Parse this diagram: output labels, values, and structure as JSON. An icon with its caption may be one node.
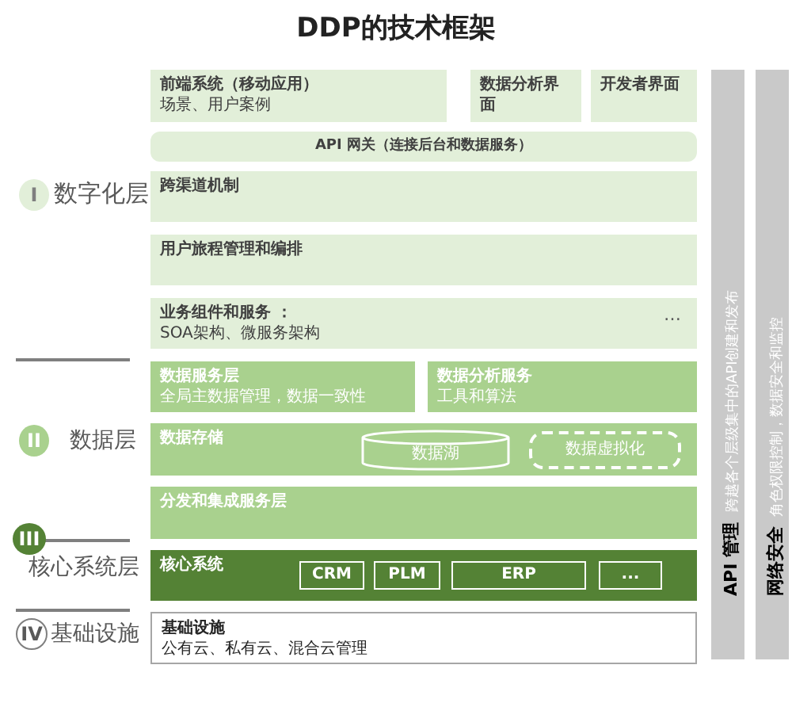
{
  "diagram": {
    "title": "DDP的技术框架",
    "nodes": [
      {
        "text": [
          "I"
        ],
        "beside": [
          "数字化层"
        ]
      },
      {
        "text": [
          "前端系统（移动应用）",
          "场景、用户案例"
        ]
      },
      {
        "text": [
          "数据分析界面"
        ]
      },
      {
        "text": [
          "开发者界面"
        ]
      },
      {
        "text": [
          "API 网关（连接后台和数据服务）"
        ]
      },
      {
        "text": [
          "跨渠道机制"
        ]
      },
      {
        "text": [
          "用户旅程管理和编排"
        ]
      },
      {
        "text": [
          "业务组件和服务 ：",
          "SOA架构、微服务架构",
          "…"
        ]
      },
      {
        "text": [
          "II"
        ],
        "beside": [
          "数据层"
        ]
      },
      {
        "text": [
          "数据服务层",
          "全局主数据管理，数据一致性"
        ]
      },
      {
        "text": [
          "数据分析服务",
          "工具和算法"
        ]
      },
      {
        "text": [
          "数据存储"
        ]
      },
      {
        "text": [
          "数据湖"
        ],
        "in": 11
      },
      {
        "text": [
          "数据虚拟化"
        ],
        "in": 11
      },
      {
        "text": [
          "分发和集成服务层"
        ]
      },
      {
        "text": [
          "III"
        ],
        "beside": [
          "核心系统层"
        ]
      },
      {
        "text": [
          "核心系统"
        ]
      },
      {
        "text": [
          "CRM"
        ],
        "in": 16
      },
      {
        "text": [
          "PLM"
        ],
        "in": 16
      },
      {
        "text": [
          "ERP"
        ],
        "in": 16
      },
      {
        "text": [
          "..."
        ],
        "in": 16
      },
      {
        "text": [
          "IV"
        ],
        "beside": [
          "基础设施"
        ]
      },
      {
        "text": [
          "基础设施",
          "公有云、私有云、混合云管理"
        ]
      },
      {
        "text": [
          "API 管理",
          "跨越各个层级集中的API创建和发布"
        ]
      },
      {
        "text": [
          "网络安全",
          "角色权限控制，数据安全和监控"
        ]
      }
    ]
  }
}
